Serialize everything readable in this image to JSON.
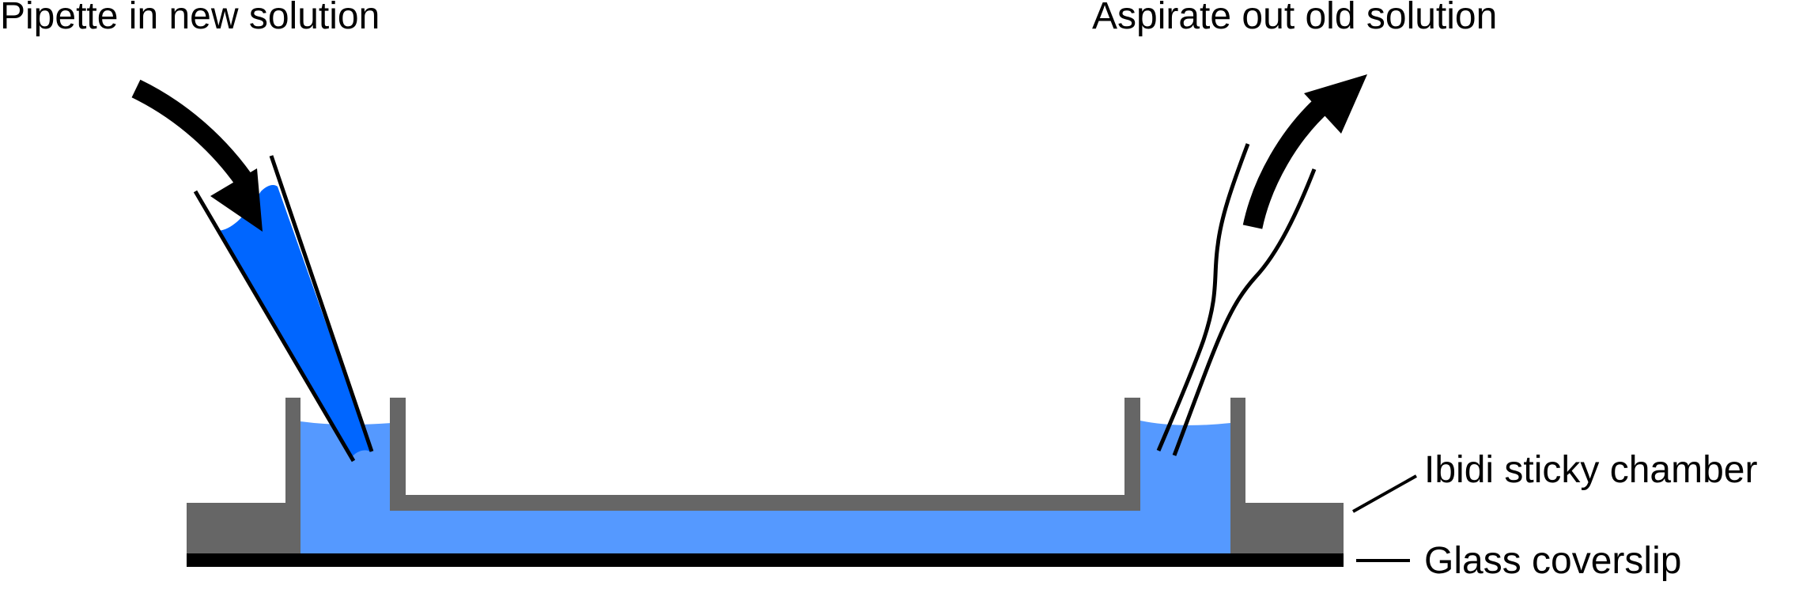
{
  "labels": {
    "pipette": "Pipette in new solution",
    "aspirate": "Aspirate out old solution",
    "chamber": "Ibidi sticky chamber",
    "coverslip": "Glass coverslip"
  },
  "colors": {
    "solution": "#5599ff",
    "pipette_fill": "#0066ff",
    "chamber": "#666666",
    "coverslip": "#000000",
    "outline": "#000000",
    "background": "#ffffff"
  },
  "icons": {
    "pipette_arrow": "curved-arrow-down-icon",
    "aspirate_arrow": "curved-arrow-up-icon"
  }
}
